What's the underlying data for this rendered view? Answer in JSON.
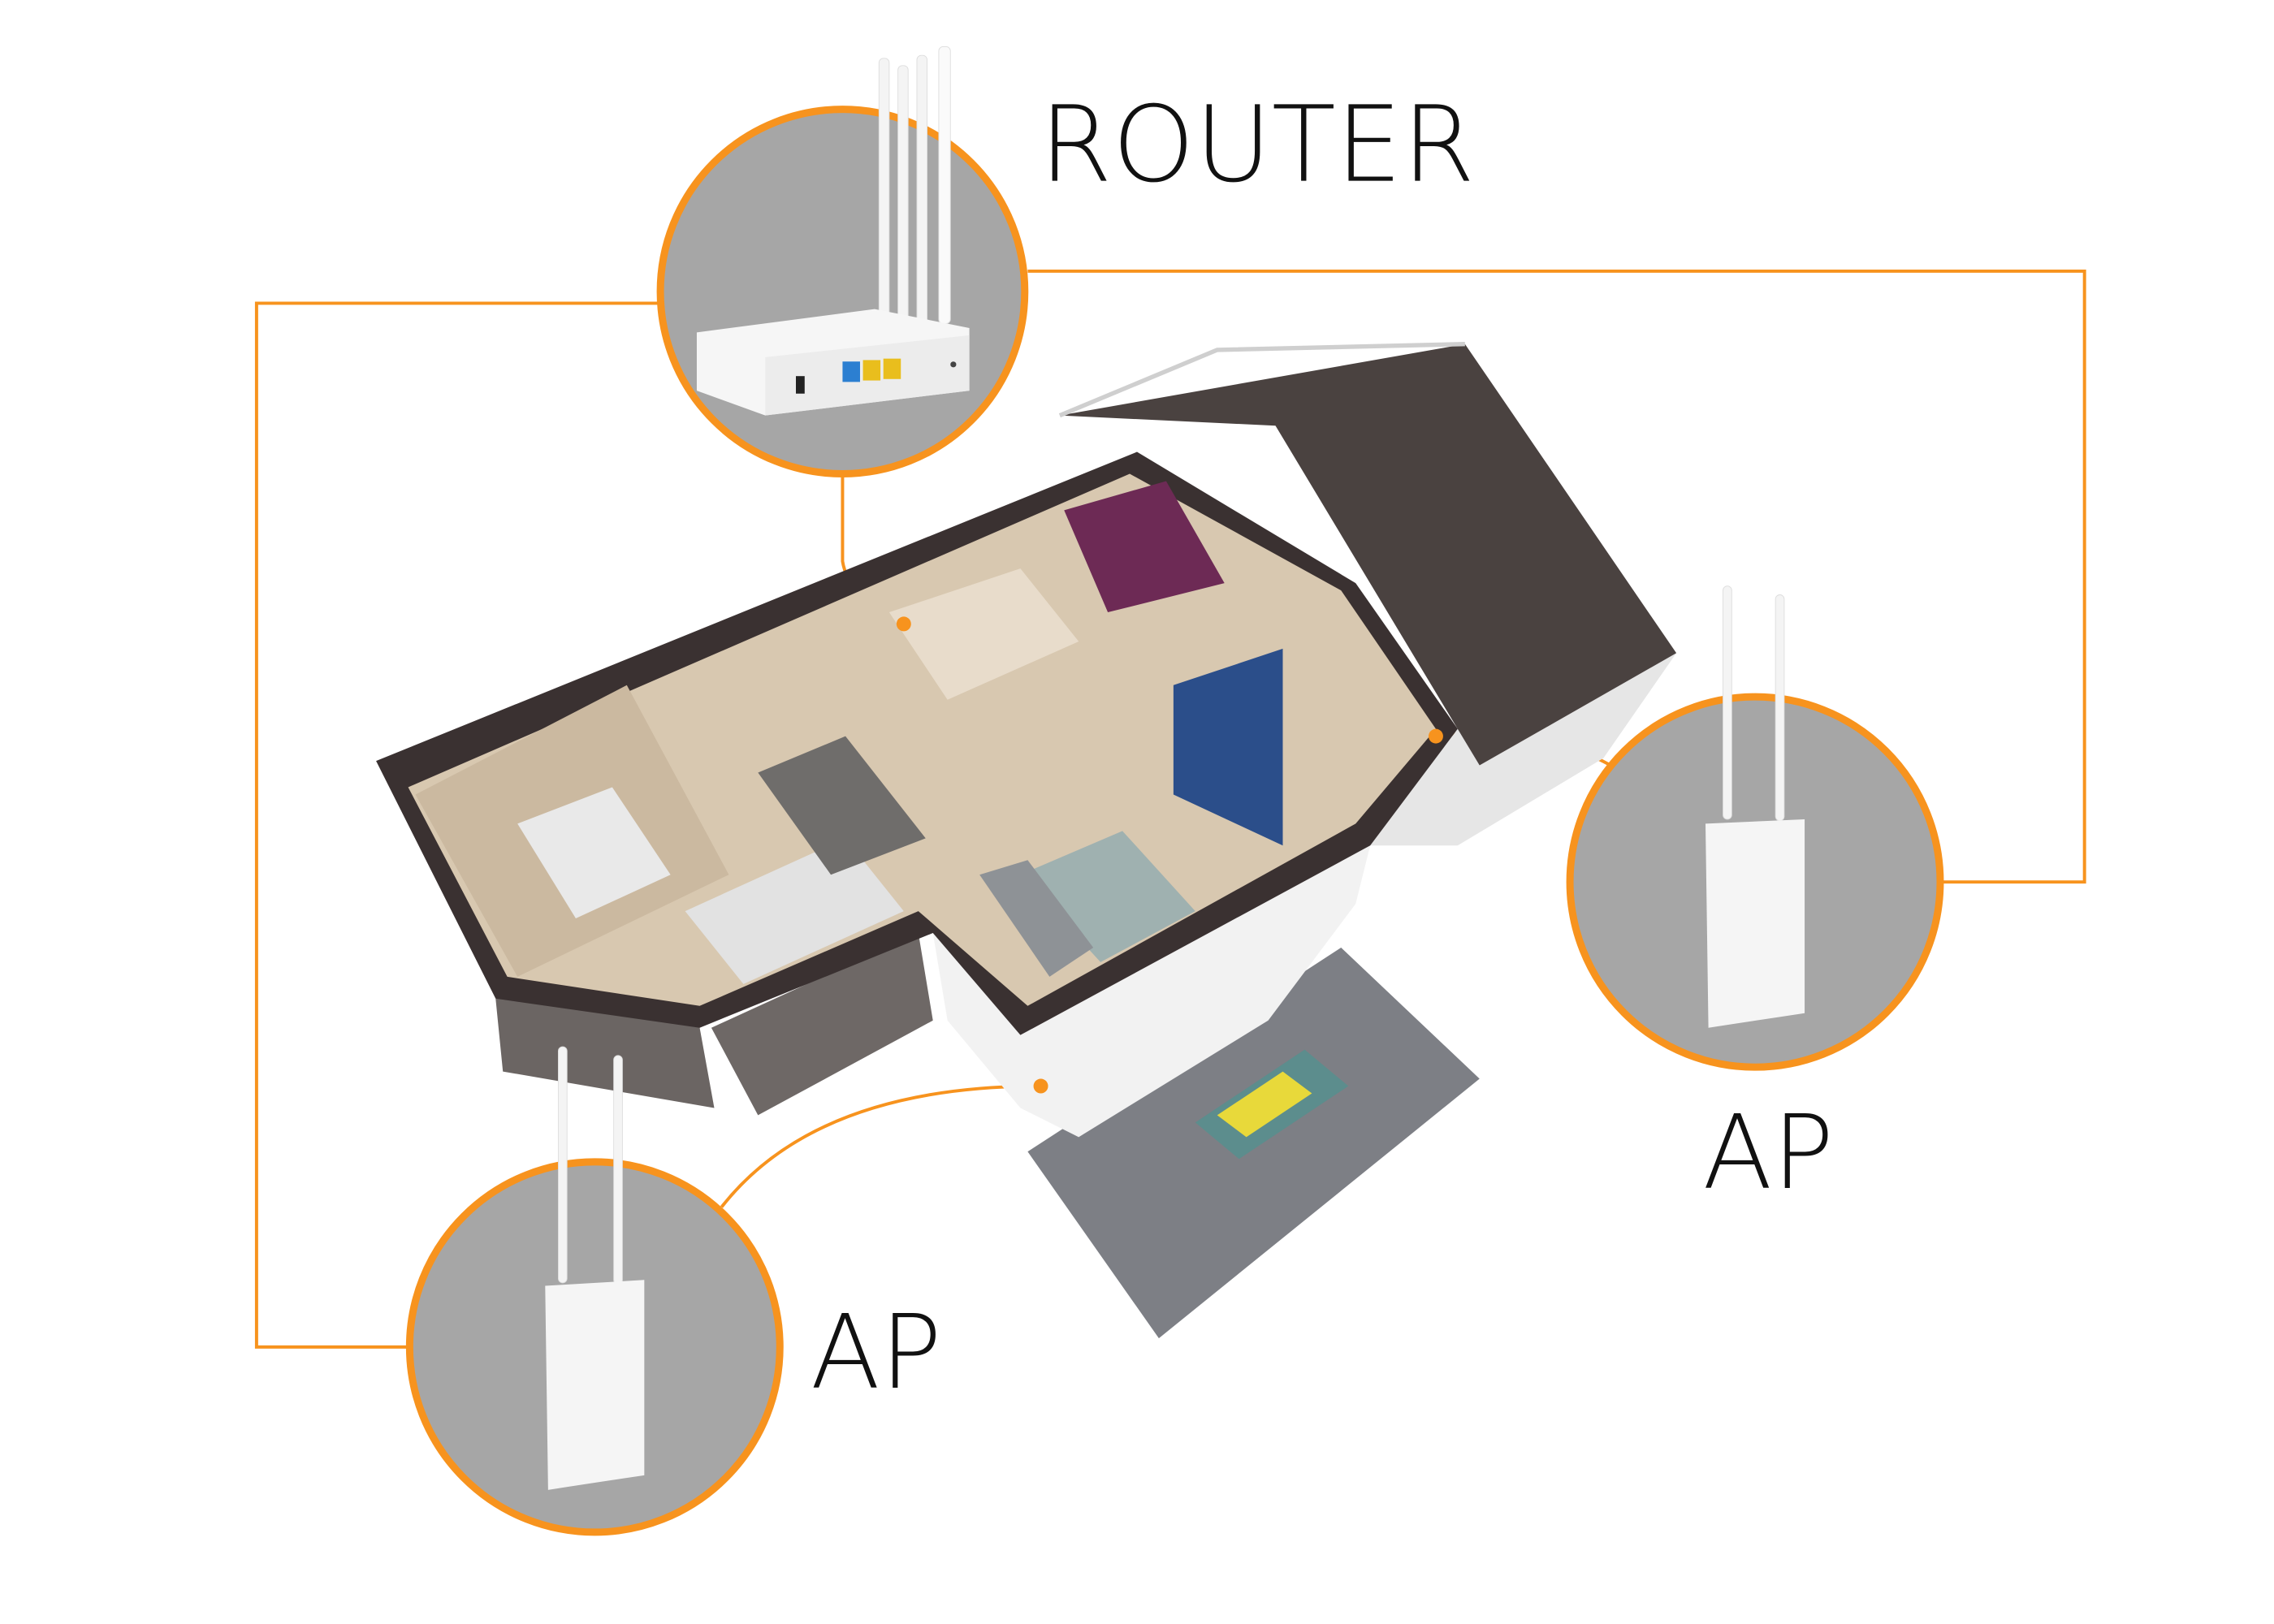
{
  "labels": {
    "router": "ROUTER",
    "ap_right": "AP",
    "ap_left": "AP"
  },
  "colors": {
    "accent": "#f7931e",
    "circle_fill": "#a6a6a6",
    "roof": "#4a4240",
    "wall": "#3a3131",
    "floor": "#d8c8b0",
    "patio": "#7d7f85",
    "text": "#111111"
  },
  "icons": {
    "router": "router-device-icon",
    "ap": "access-point-device-icon",
    "house": "house-cutaway-illustration"
  }
}
